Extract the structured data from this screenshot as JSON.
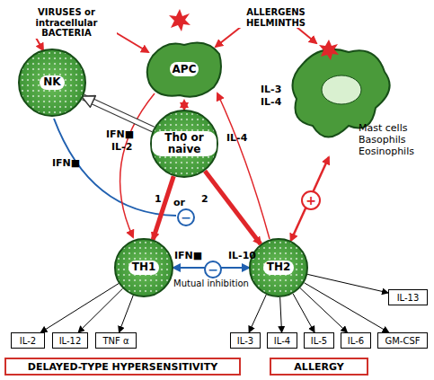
{
  "diagram": {
    "nodes": [
      {
        "text": [
          "NK"
        ]
      },
      {
        "text": [
          "APC"
        ]
      },
      {
        "text": [
          "Mast cells Basophils Eosinophils"
        ]
      },
      {
        "text": [
          "Th0 or naive"
        ]
      },
      {
        "text": [
          "TH1"
        ]
      },
      {
        "text": [
          "TH2"
        ]
      },
      {
        "text": [
          "IL-13"
        ]
      },
      {
        "text": [
          "IL-2"
        ]
      },
      {
        "text": [
          "IL-12"
        ]
      },
      {
        "text": [
          "TNF α"
        ]
      },
      {
        "text": [
          "IL-3"
        ]
      },
      {
        "text": [
          "IL-4"
        ]
      },
      {
        "text": [
          "IL-5"
        ]
      },
      {
        "text": [
          "IL-6"
        ]
      },
      {
        "text": [
          "GM-CSF"
        ]
      },
      {
        "text": [
          "DELAYED-TYPE HYPERSENSITIVITY"
        ]
      },
      {
        "text": [
          "ALLERGY"
        ]
      }
    ],
    "edges": [
      {
        "from": 1,
        "to": 3,
        "arrow": "both"
      },
      {
        "from": 3,
        "to": 0,
        "arrow": "to"
      },
      {
        "from": 3,
        "to": 4,
        "label": "1",
        "arrow": "to"
      },
      {
        "from": 3,
        "to": 5,
        "label": "2",
        "arrow": "to"
      },
      {
        "from": 4,
        "to": 5,
        "label": "−",
        "arrow": "both"
      },
      {
        "from": 5,
        "to": 2,
        "label": "+",
        "arrow": "both"
      },
      {
        "from": 4,
        "to": 7,
        "arrow": "to"
      },
      {
        "from": 4,
        "to": 8,
        "arrow": "to"
      },
      {
        "from": 4,
        "to": 9,
        "arrow": "to"
      },
      {
        "from": 5,
        "to": 10,
        "arrow": "to"
      },
      {
        "from": 5,
        "to": 11,
        "arrow": "to"
      },
      {
        "from": 5,
        "to": 12,
        "arrow": "to"
      },
      {
        "from": 5,
        "to": 13,
        "arrow": "to"
      },
      {
        "from": 5,
        "to": 14,
        "arrow": "to"
      },
      {
        "from": 5,
        "to": 6,
        "arrow": "to"
      }
    ],
    "labels": [
      "VIRUSES or intracellular BACTERIA",
      "ALLERGENS HELMINTHS",
      "IFN■",
      "IL-2",
      "IL-4",
      "IFN■",
      "IL-3",
      "IL-4",
      "or",
      "−",
      "IFN■",
      "IL-10",
      "Mutual inhibition"
    ]
  }
}
